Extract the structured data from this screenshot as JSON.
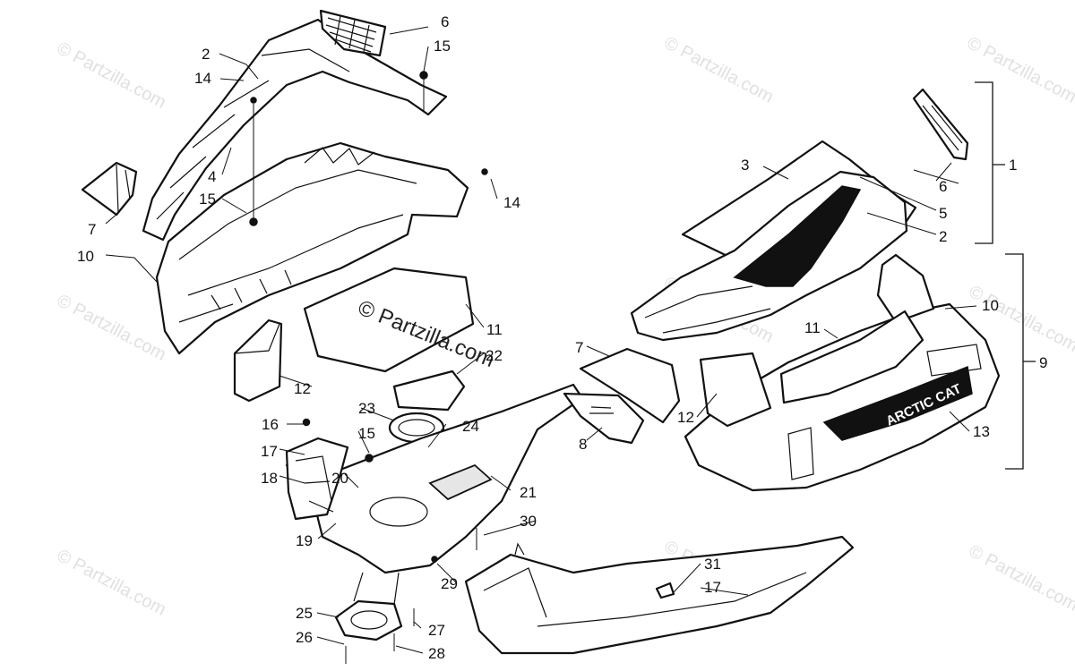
{
  "watermark": "© Partzilla.com",
  "copyright_text": "© Partzilla.com",
  "brand_decal": "ARCTIC CAT",
  "callouts": [
    "1",
    "2",
    "3",
    "4",
    "5",
    "6",
    "7",
    "8",
    "9",
    "10",
    "11",
    "12",
    "13",
    "14",
    "15",
    "16",
    "17",
    "18",
    "19",
    "20",
    "21",
    "22",
    "23",
    "24",
    "25",
    "26",
    "27",
    "28",
    "29",
    "30",
    "31"
  ],
  "colors": {
    "line": "#111111",
    "watermark": "#c8c8c8",
    "background": "#ffffff"
  }
}
